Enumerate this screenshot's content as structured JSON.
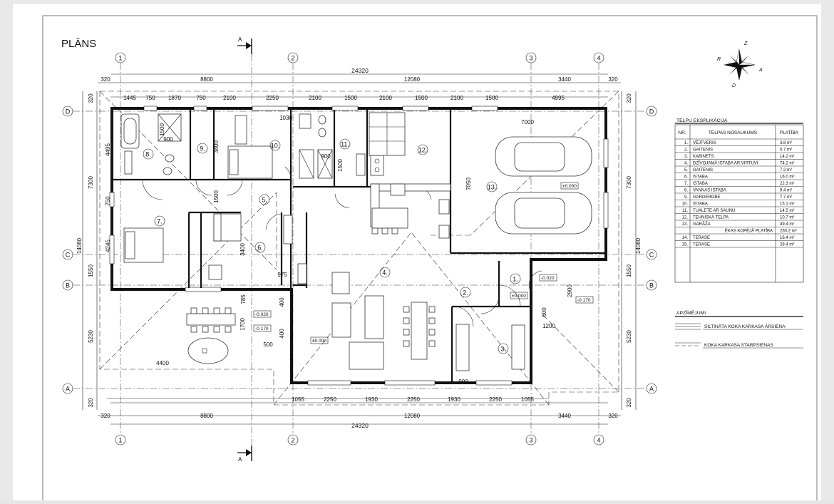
{
  "title": "PLĀNS",
  "section_mark": "A",
  "axes": {
    "columns": [
      "1",
      "2",
      "3",
      "4"
    ],
    "rows": [
      "D",
      "C",
      "B",
      "A"
    ]
  },
  "dims": {
    "overall": "24320",
    "top_seg": [
      "320",
      "8800",
      "12080",
      "3440",
      "320"
    ],
    "top_walls": [
      "1445",
      "750",
      "1870",
      "750",
      "2100",
      "2250",
      "2100",
      "1500",
      "2100",
      "1500",
      "2100",
      "1500",
      "4995"
    ],
    "left": [
      "320",
      "4495",
      "7300",
      "750",
      "4245",
      "14080",
      "1550",
      "5230",
      "320"
    ],
    "bottom_walls": [
      "1055",
      "2250",
      "1930",
      "2250",
      "1930",
      "2250",
      "1055"
    ],
    "inner": [
      "7000",
      "7050",
      "3400",
      "1030",
      "900",
      "1500",
      "900",
      "1500",
      "3400",
      "1500",
      "975",
      "785",
      "1700",
      "400",
      "400",
      "500",
      "2900",
      "1200",
      "600",
      "900",
      "4400"
    ],
    "levels": [
      "±0.000",
      "±0.000",
      "±0.000",
      "-0.020",
      "-0.170",
      "-0.020",
      "-0.170"
    ]
  },
  "rooms": [
    "1.",
    "2.",
    "3.",
    "4.",
    "5.",
    "6.",
    "7.",
    "8.",
    "9.",
    "10.",
    "11.",
    "12.",
    "13."
  ],
  "table": {
    "caption": "TELPU EKSPLIKĀCIJA",
    "headers": [
      "NR.",
      "TELPAS NOSAUKUMS",
      "PLATĪBA"
    ],
    "rows": [
      [
        "1.",
        "VĒJTVERIS",
        "3.8 m²"
      ],
      [
        "2.",
        "GAITENIS",
        "5.7 m²"
      ],
      [
        "3.",
        "KABINETS",
        "14.2 m²"
      ],
      [
        "4.",
        "DZĪVOJAMĀ ISTABA AR VIRTUVI",
        "74.2 m²"
      ],
      [
        "5.",
        "GAITENIS",
        "7.2 m²"
      ],
      [
        "6.",
        "ISTABA",
        "16.0 m²"
      ],
      [
        "7.",
        "ISTABA",
        "22.3 m²"
      ],
      [
        "8.",
        "VANNAS ISTABA",
        "9.4 m²"
      ],
      [
        "9.",
        "GARDEROBE",
        "7.7 m²"
      ],
      [
        "10.",
        "ISTABA",
        "15.1 m²"
      ],
      [
        "11.",
        "TUALETE AR SAUNU",
        "14.5 m²"
      ],
      [
        "12.",
        "TEHNISKĀ TELPA",
        "10.7 m²"
      ],
      [
        "13.",
        "GARĀŽA",
        "49.4 m²"
      ]
    ],
    "total": [
      "ĒKAS KOPĒJĀ PLATĪBA",
      "250.2 m²"
    ],
    "extra": [
      [
        "14.",
        "TERASE",
        "16.4 m²"
      ],
      [
        "15.",
        "TERASE",
        "28.4 m²"
      ]
    ]
  },
  "legend": {
    "title": "APZĪMĒJUMI",
    "items": [
      "SILTINĀTA KOKA KARKASA ĀRSIENA",
      "KOKA KARKASA STARPSIENAS"
    ]
  },
  "compass": [
    "Z",
    "A",
    "D",
    "R"
  ]
}
